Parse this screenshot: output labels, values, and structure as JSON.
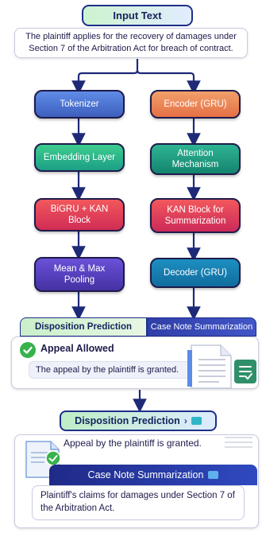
{
  "input": {
    "title": "Input Text",
    "text": "The plaintiff applies for the recovery of damages  under Section 7 of the Arbitration Act for breach of contract."
  },
  "left_column": [
    "Tokenizer",
    "Embedding Layer",
    "BiGRU + KAN Block",
    "Mean & Max Pooling"
  ],
  "right_column": [
    "Encoder (GRU)",
    "Attention Mechanism",
    "KAN Block for Summarization",
    "Decoder (GRU)"
  ],
  "tabs": {
    "disposition": "Disposition Prediction",
    "summarization": "Case Note Summarization"
  },
  "result": {
    "label": "Appeal Allowed",
    "detail": "The appeal by the plaintiff is granted."
  },
  "output": {
    "disposition_title": "Disposition Prediction",
    "disposition_text": "Appeal by the plaintiff is granted.",
    "summary_title": "Case Note Summarization",
    "summary_text": "Plaintiff's claims for damages under Section 7 of the Arbitration Act."
  },
  "colors": {
    "arrow": "#1e2a78",
    "accent": "#2f3fa8",
    "check": "#37b24d"
  }
}
